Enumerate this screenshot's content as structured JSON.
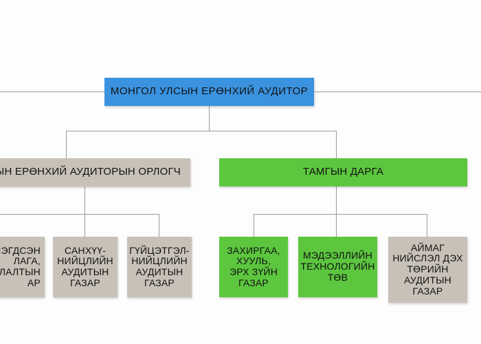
{
  "org_chart": {
    "top": {
      "label": "МОНГОЛ УЛСЫН ЕРӨНХИЙ АУДИТОР"
    },
    "level2": {
      "deputy": "УЛСЫН ЕРӨНХИЙ АУДИТОРЫН ОРЛОГЧ",
      "secretary": "ТАМГЫН ДАРГА"
    },
    "deputy_units": {
      "partial_unit": [
        "НЭГДСЭН",
        "ЛАГА,",
        "ЛАЛТЫН",
        "АР"
      ],
      "finance_audit": [
        "САНХҮҮ-",
        "НИЙЦЛИЙН",
        "АУДИТЫН",
        "ГАЗАР"
      ],
      "compliance_audit": [
        "ГҮЙЦЭТГЭЛ-",
        "НИЙЦЛИЙН",
        "АУДИТЫН",
        "ГАЗАР"
      ]
    },
    "secretary_units": {
      "admin_legal": [
        "ЗАХИРГАА,",
        "ХУУЛЬ,",
        "ЭРХ ЗҮЙН",
        "ГАЗАР"
      ],
      "it_center": [
        "МЭДЭЭЛЛИЙН",
        "ТЕХНОЛОГИЙН",
        "ТӨВ"
      ],
      "aimag_capital": [
        "АЙМАГ",
        "НИЙСЛЭЛ ДЭХ",
        "ТӨРИЙН",
        "АУДИТЫН",
        "ГАЗАР"
      ]
    },
    "colors": {
      "top": "#3b93e0",
      "secretary_branch": "#5cc63f",
      "deputy_branch": "#c8c1b8",
      "connector": "#9a9a9a"
    }
  }
}
